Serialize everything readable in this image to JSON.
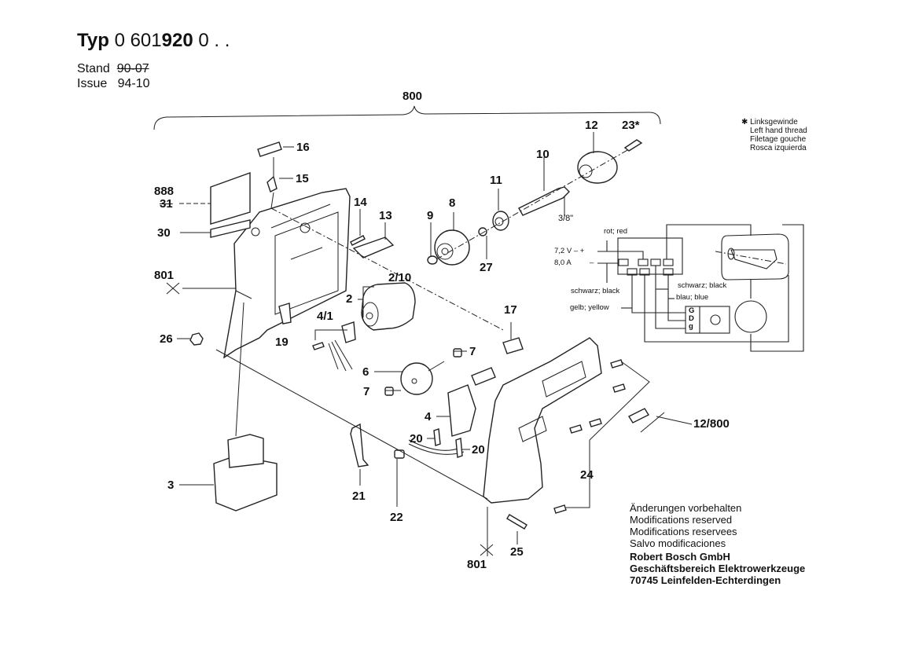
{
  "header": {
    "typ_label": "Typ",
    "typ_number_plain": "0 601",
    "typ_number_bold": "920",
    "typ_number_suffix": "0 . .",
    "stand_label": "Stand",
    "stand_value": "90-07",
    "issue_label": "Issue",
    "issue_value": "94-10"
  },
  "assembly_label": "800",
  "thread_note": {
    "symbol": "✱",
    "lines": [
      "Linksgewinde",
      "Left hand thread",
      "Filetage gouche",
      "Rosca izquierda"
    ]
  },
  "parts": {
    "p16": "16",
    "p15": "15",
    "p888": "888",
    "p31": "31",
    "p30": "30",
    "p801_left": "801",
    "p26": "26",
    "p19": "19",
    "p14": "14",
    "p13": "13",
    "p9": "9",
    "p8": "8",
    "p27": "27",
    "p11": "11",
    "p10": "10",
    "p12": "12",
    "p23": "23*",
    "p3_8": "3/8\"",
    "p2_10": "2/10",
    "p2": "2",
    "p4_1": "4/1",
    "p6": "6",
    "p7a": "7",
    "p7b": "7",
    "p17": "17",
    "p4": "4",
    "p20a": "20",
    "p20b": "20",
    "p12_800": "12/800",
    "p24": "24",
    "p3": "3",
    "p21": "21",
    "p22": "22",
    "p25": "25",
    "p801_bottom": "801"
  },
  "schematic": {
    "red": "rot; red",
    "voltage": "7,2 V –  +",
    "current": "8,0 A",
    "minus": "–",
    "black1": "schwarz; black",
    "black2": "schwarz; black",
    "blue": "blau; blue",
    "yellow": "gelb; yellow",
    "pins": [
      "G",
      "D",
      "g"
    ]
  },
  "footer": {
    "lines": [
      "Änderungen vorbehalten",
      "Modifications reserved",
      "Modifications reservees",
      "Salvo modificaciones"
    ],
    "company": [
      "Robert Bosch GmbH",
      "Geschäftsbereich Elektrowerkzeuge",
      "70745 Leinfelden-Echterdingen"
    ]
  }
}
